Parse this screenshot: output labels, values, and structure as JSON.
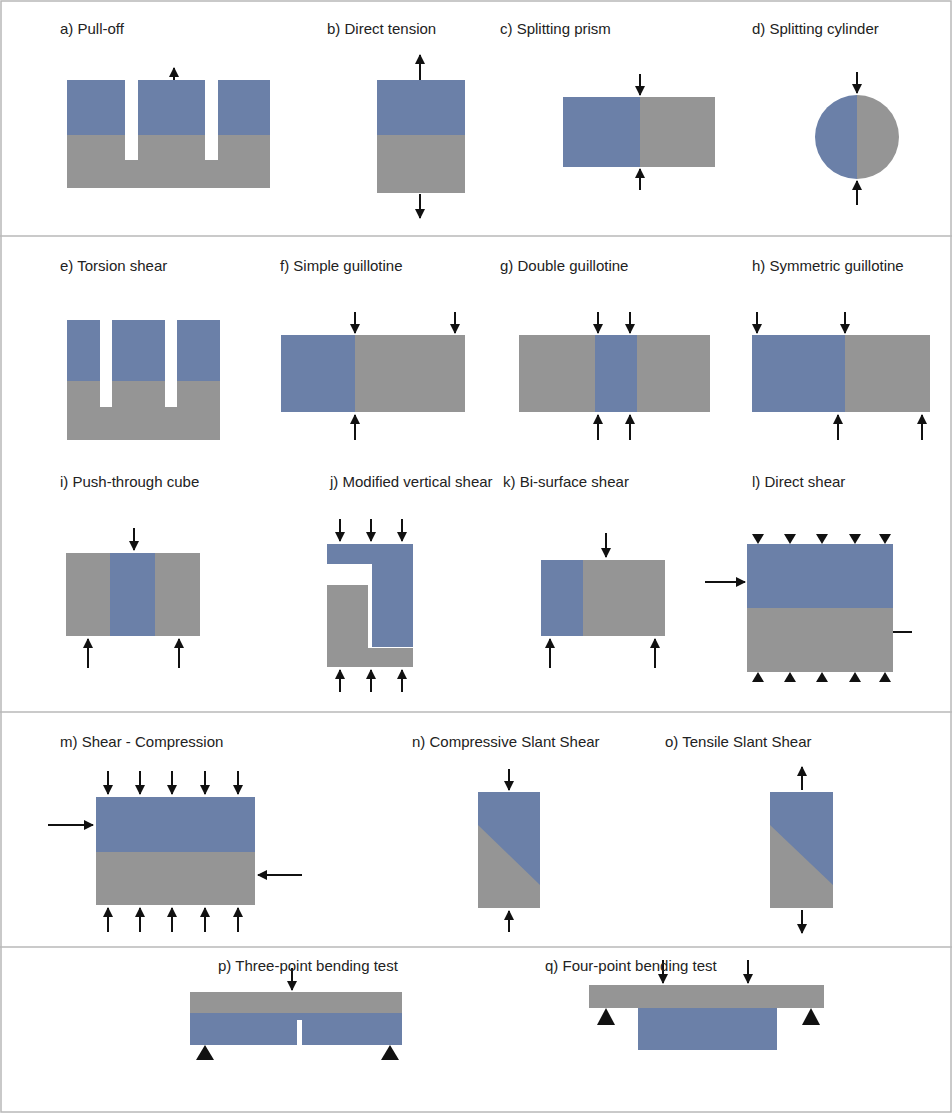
{
  "diagram": {
    "labels": [
      "a) Pull-off",
      "b) Direct tension",
      "c) Splitting prism",
      "d) Splitting cylinder",
      "e) Torsion shear",
      "f) Simple guillotine",
      "g) Double guillotine",
      "h) Symmetric guillotine",
      "i) Push-through cube",
      "j) Modified vertical shear",
      "k) Bi-surface shear",
      "l) Direct shear",
      "m) Shear - Compression",
      "n) Compressive Slant Shear",
      "o) Tensile Slant Shear",
      "p) Three-point bending test",
      "q) Four-point bending test"
    ]
  }
}
